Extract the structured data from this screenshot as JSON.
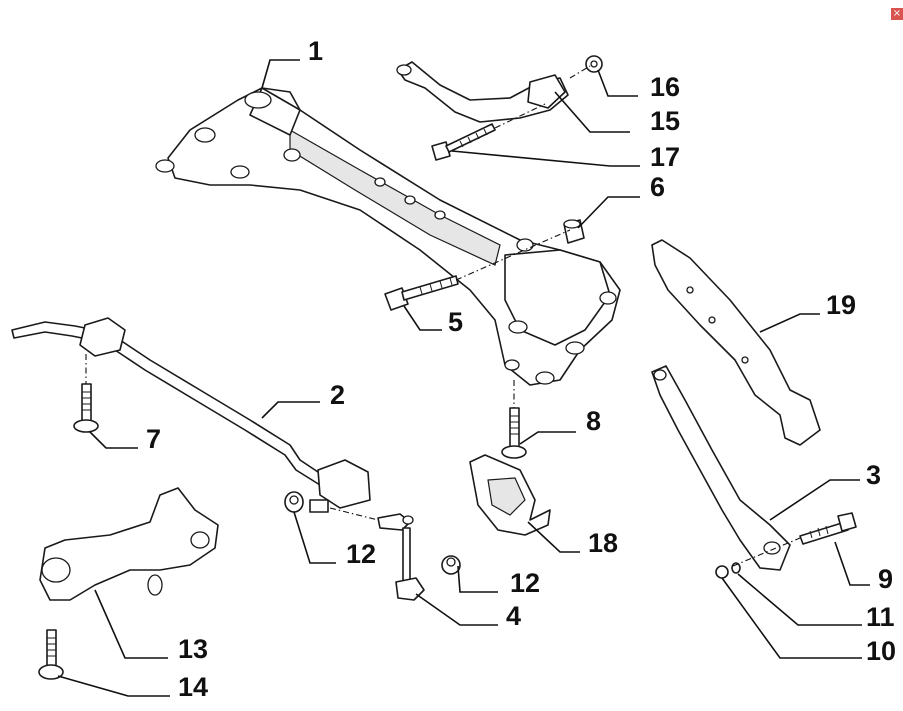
{
  "diagram": {
    "callouts": [
      {
        "id": "c1",
        "text": "1"
      },
      {
        "id": "c2",
        "text": "2"
      },
      {
        "id": "c3",
        "text": "3"
      },
      {
        "id": "c4",
        "text": "4"
      },
      {
        "id": "c5",
        "text": "5"
      },
      {
        "id": "c6",
        "text": "6"
      },
      {
        "id": "c7",
        "text": "7"
      },
      {
        "id": "c8",
        "text": "8"
      },
      {
        "id": "c9",
        "text": "9"
      },
      {
        "id": "c10",
        "text": "10"
      },
      {
        "id": "c11",
        "text": "11"
      },
      {
        "id": "c12a",
        "text": "12"
      },
      {
        "id": "c12b",
        "text": "12"
      },
      {
        "id": "c13",
        "text": "13"
      },
      {
        "id": "c14",
        "text": "14"
      },
      {
        "id": "c15",
        "text": "15"
      },
      {
        "id": "c16",
        "text": "16"
      },
      {
        "id": "c17",
        "text": "17"
      },
      {
        "id": "c18",
        "text": "18"
      },
      {
        "id": "c19",
        "text": "19"
      }
    ],
    "colors": {
      "line": "#1a1a1a",
      "fill": "#ffffff",
      "close_icon": "#d9534f"
    }
  },
  "corner_icon": {
    "name": "close-icon",
    "glyph": "×"
  }
}
